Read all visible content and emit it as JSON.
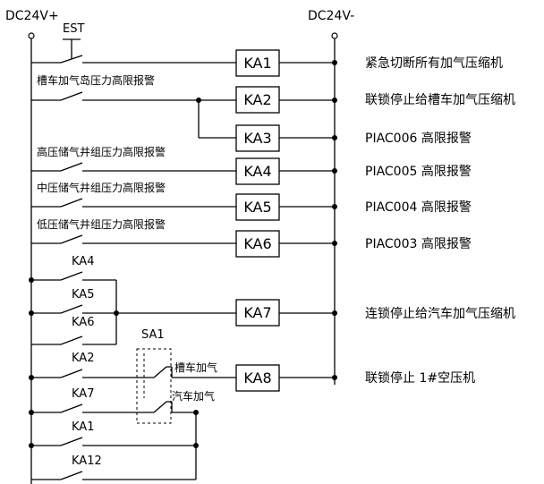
{
  "supply": {
    "positive": "DC24V+",
    "negative": "DC24V-"
  },
  "coils": [
    "KA1",
    "KA2",
    "KA3",
    "KA4",
    "KA5",
    "KA6",
    "KA7",
    "KA8"
  ],
  "contacts": {
    "est": "EST",
    "ka2_in": "槽车加气岛压力高限报警",
    "ka4_in": "高压储气井组压力高限报警",
    "ka5_in": "中压储气井组压力高限报警",
    "ka6_in": "低压储气井组压力高限报警",
    "ka7_in1": "KA4",
    "ka7_in2": "KA5",
    "ka7_in3": "KA6",
    "ka8_in1": "KA2",
    "ka8_in2": "KA7",
    "ka8_in3": "KA1",
    "ka8_in4": "KA12",
    "sa1": "SA1",
    "sa1_pos1": "槽车加气",
    "sa1_pos2": "汽车加气"
  },
  "descriptions": [
    "紧急切断所有加气压缩机",
    "联锁停止给槽车加气压缩机",
    "PIAC006 高限报警",
    "PIAC005 高限报警",
    "PIAC004 高限报警",
    "PIAC003 高限报警",
    "连锁停止给汽车加气压缩机",
    "联锁停止 1#空压机"
  ]
}
